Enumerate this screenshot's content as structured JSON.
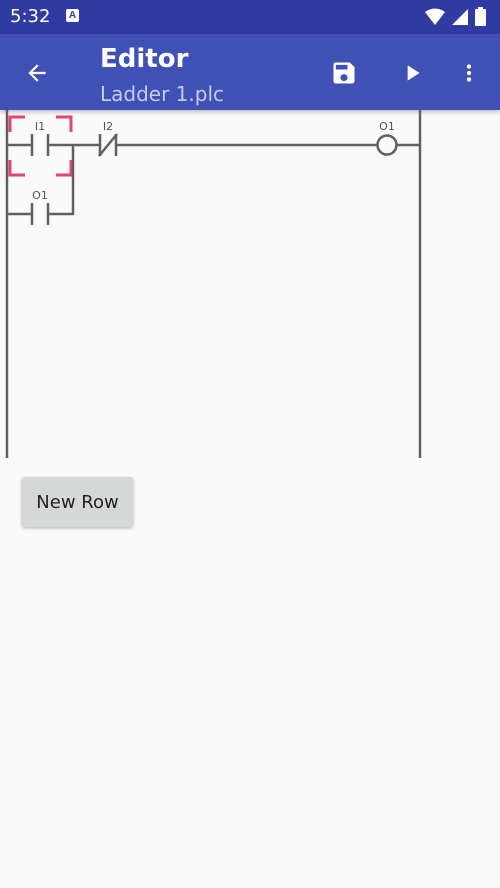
{
  "status_bar": {
    "time": "5:32",
    "notification_badge": "A"
  },
  "app_bar": {
    "title": "Editor",
    "subtitle": "Ladder 1.plc",
    "back_icon": "arrow-back-icon",
    "save_icon": "save-icon",
    "run_icon": "play-icon",
    "menu_icon": "more-vert-icon"
  },
  "ladder": {
    "rung1": {
      "contact1_label": "I1",
      "contact2_label": "I2",
      "coil_label": "O1"
    },
    "rung2": {
      "contact_label": "O1"
    }
  },
  "actions": {
    "new_row_label": "New Row"
  },
  "colors": {
    "status_bar": "#2f3ba0",
    "app_bar": "#3f51b5",
    "selection": "#e2437a",
    "wire": "#606060"
  }
}
